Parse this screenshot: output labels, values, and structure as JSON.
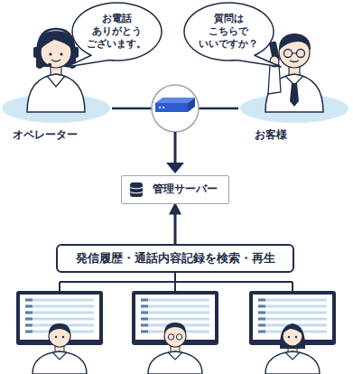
{
  "diagram": {
    "nodes": [
      {
        "text": [
          "お電話 ありがとう ございます。"
        ]
      },
      {
        "text": [
          "質問は こちらで いいですか？"
        ]
      },
      {
        "text": [
          "オペレーター"
        ]
      },
      {
        "text": [
          "お客様"
        ]
      },
      {
        "text": [
          "管理サーバー"
        ]
      },
      {
        "text": [
          "発信履歴・通話内容記録を検索・再生"
        ]
      }
    ],
    "edges": [
      {
        "from": 2,
        "to": 3,
        "arrow": "none"
      },
      {
        "from": 5,
        "to": 4,
        "arrow": "to"
      }
    ]
  }
}
